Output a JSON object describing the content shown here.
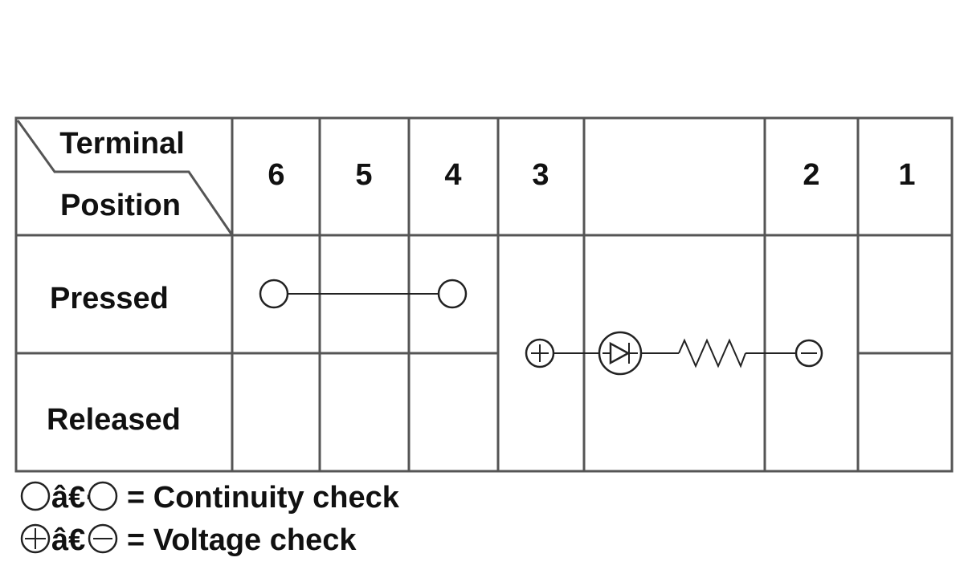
{
  "table": {
    "header_terminal": "Terminal",
    "header_position": "Position",
    "terminals": [
      "6",
      "5",
      "4",
      "3",
      "",
      "2",
      "1"
    ],
    "rows": [
      "Pressed",
      "Released"
    ]
  },
  "legend": {
    "continuity_prefix": "â€·",
    "continuity_text": "= Continuity check",
    "voltage_prefix": "â€",
    "voltage_text": "= Voltage check"
  },
  "icons": {
    "continuity": "open-circle-icon",
    "positive": "plus-circle-icon",
    "negative": "minus-circle-icon",
    "diode": "diode-icon",
    "resistor": "resistor-icon"
  }
}
